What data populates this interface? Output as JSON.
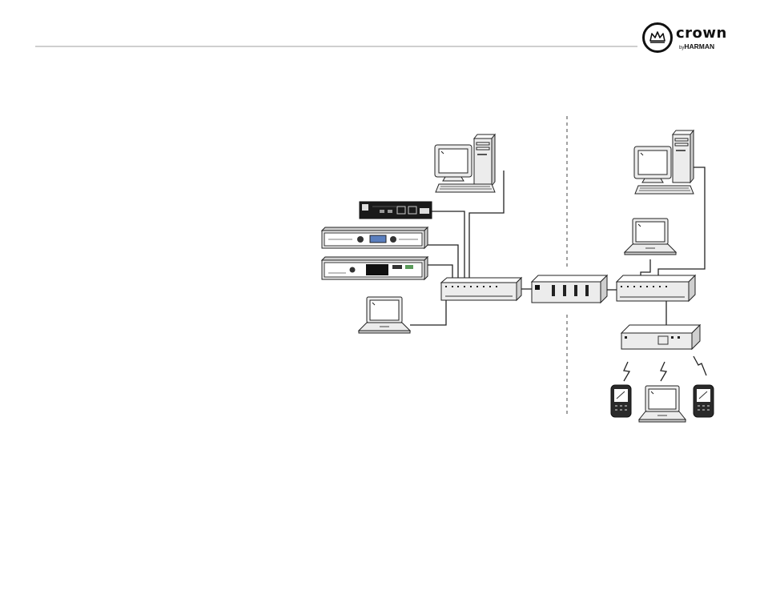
{
  "brand": {
    "logo_name": "crown-logo",
    "wordmark": "crown",
    "byline_prefix": "by",
    "byline_company": "HARMAN"
  },
  "diagram": {
    "divider_style": "dashed vertical line separating two network segments",
    "left_segment_devices": [
      "desktop-computer",
      "network-card-module",
      "power-amplifier",
      "power-amplifier",
      "laptop",
      "network-switch"
    ],
    "middle_device": "router",
    "right_segment_devices": [
      "desktop-computer",
      "laptop",
      "network-switch",
      "wireless-access-point",
      "handheld-device",
      "laptop",
      "handheld-device"
    ],
    "wireless_links": 3
  }
}
